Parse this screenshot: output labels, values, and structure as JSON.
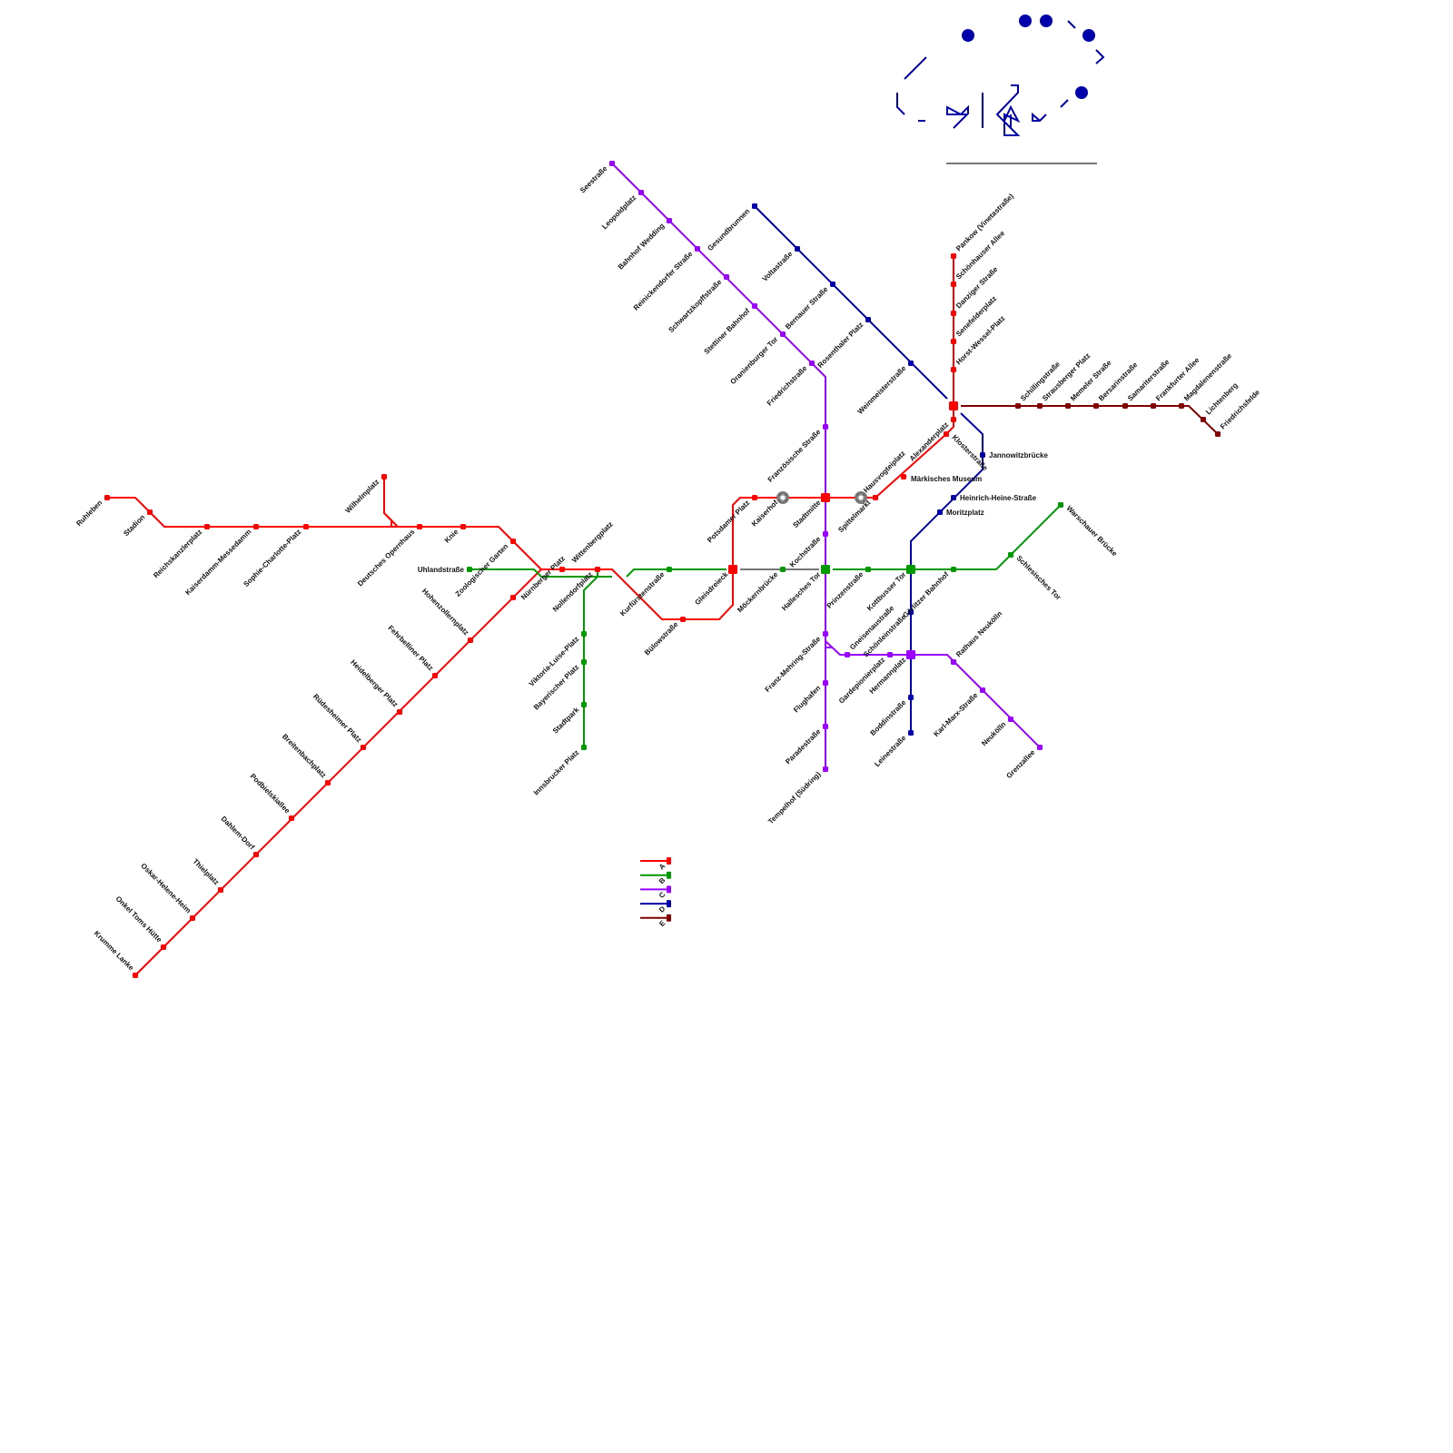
{
  "legend": [
    {
      "id": "A",
      "color": "#ff0000"
    },
    {
      "id": "B",
      "color": "#009900"
    },
    {
      "id": "C",
      "color": "#9900ff"
    },
    {
      "id": "D",
      "color": "#0000aa"
    },
    {
      "id": "E",
      "color": "#800000"
    }
  ],
  "lines": {
    "A": {
      "color": "#ff0000",
      "stations": [
        "Ruhleben",
        "Stadion",
        "Reichskanzlerplatz",
        "Kaiserdamm-Messedamm",
        "Sophie-Charlotte-Platz",
        "Wilhelmplatz",
        "Deutsches Opernhaus",
        "Knie",
        "Zoologischer Garten",
        "Wittenbergplatz",
        "Nollendorfplatz",
        "Bülowstraße",
        "Gleisdreieck",
        "Potsdamer Platz",
        "Kaiserhof",
        "Stadtmitte",
        "Hausvogteiplatz",
        "Spittelmarkt",
        "Märkisches Museum",
        "Klosterstraße",
        "Alexanderplatz",
        "Horst-Wessel-Platz",
        "Senefelderplatz",
        "Danziger Straße",
        "Schönhauser Allee",
        "Pankow (Vinetastraße)",
        "Nürnberger Platz",
        "Hohenzollernplatz",
        "Fehrbelliner Platz",
        "Heidelberger Platz",
        "Rüdesheimer Platz",
        "Breitenbachplatz",
        "Podbielskiallee",
        "Dahlem-Dorf",
        "Thielplatz",
        "Oskar-Helene-Heim",
        "Onkel Toms Hütte",
        "Krumme Lanke"
      ]
    },
    "B": {
      "color": "#009900",
      "stations": [
        "Uhlandstraße",
        "Viktoria-Luise-Platz",
        "Bayerischer Platz",
        "Stadtpark",
        "Innsbrucker Platz",
        "Kurfürstenstraße",
        "Möckernbrücke",
        "Hallesches Tor",
        "Prinzenstraße",
        "Kottbusser Tor",
        "Görlitzer Bahnhof",
        "Schlesisches Tor",
        "Warschauer Brücke"
      ]
    },
    "C": {
      "color": "#9900ff",
      "stations": [
        "Seestraße",
        "Leopoldplatz",
        "Bahnhof Wedding",
        "Reinickendorfer Straße",
        "Schwartzkopffstraße",
        "Stettiner Bahnhof",
        "Oranienburger Tor",
        "Friedrichstraße",
        "Französische Straße",
        "Kochstraße",
        "Franz-Mehring-Straße",
        "Gneisenaustraße",
        "Gardepionierplatz",
        "Hermannplatz",
        "Rathaus Neukölln",
        "Karl-Marx-Straße",
        "Neukölln",
        "Grenzallee",
        "Flughafen",
        "Paradestraße",
        "Tempelhof (Südring)"
      ]
    },
    "D": {
      "color": "#0000aa",
      "stations": [
        "Gesundbrunnen",
        "Voltastraße",
        "Bernauer Straße",
        "Rosenthaler Platz",
        "Weinmeisterstraße",
        "Jannowitzbrücke",
        "Heinrich-Heine-Straße",
        "Moritzplatz",
        "Schönleinstraße",
        "Boddinstraße",
        "Leinestraße"
      ]
    },
    "E": {
      "color": "#800000",
      "stations": [
        "Schillingstraße",
        "Strausberger Platz",
        "Memeler Straße",
        "Bersarinstraße",
        "Samariterstraße",
        "Frankfurter Allee",
        "Magdalenenstraße",
        "Lichtenberg",
        "Friedrichsfelde"
      ]
    }
  }
}
